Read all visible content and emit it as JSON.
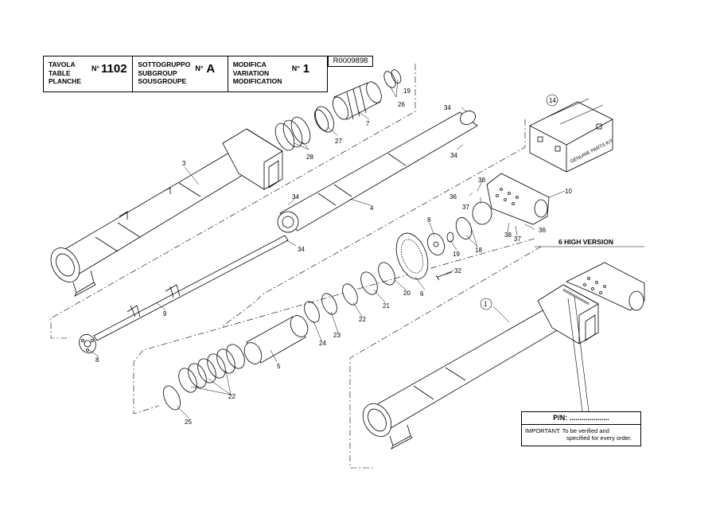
{
  "title_block": {
    "table": {
      "lines": [
        "TAVOLA",
        "TABLE",
        "PLANCHE"
      ],
      "no_label": "N°",
      "value": "1102"
    },
    "subgroup": {
      "lines": [
        "SOTTOGRUPPO",
        "SUBGROUP",
        "SOUSGROUPE"
      ],
      "no_label": "N°",
      "value": "A"
    },
    "modification": {
      "lines": [
        "MODIFICA",
        "VARIATION",
        "MODIFICATION"
      ],
      "no_label": "N°",
      "value": "1"
    }
  },
  "drawing_code": "R0009898",
  "high_version_label": "6 HIGH VERSION",
  "kit_box_text": "GENUINE PARTS KIT",
  "pn_box": {
    "label": "P/N: ....................",
    "important_line1": "IMPORTANT: To be verified and",
    "important_line2": "specified for every order."
  },
  "callouts": {
    "c1": "1",
    "c3": "3",
    "c4": "4",
    "c5": "5",
    "c6": "6",
    "c7": "7",
    "c8a": "8",
    "c8b": "8",
    "c9": "9",
    "c10": "10",
    "c14": "14",
    "c18": "18",
    "c19a": "19",
    "c19b": "19",
    "c20": "20",
    "c21": "21",
    "c22a": "22",
    "c22b": "22",
    "c23": "23",
    "c24": "24",
    "c25": "25",
    "c26": "26",
    "c27": "27",
    "c28": "28",
    "c32": "32",
    "c34a": "34",
    "c34b": "34",
    "c34c": "34",
    "c34d": "34",
    "c36a": "36",
    "c36b": "36",
    "c37a": "37",
    "c37b": "37",
    "c38a": "38",
    "c38b": "38"
  },
  "colors": {
    "line": "#000000",
    "background": "#ffffff",
    "hatch": "#333333"
  }
}
